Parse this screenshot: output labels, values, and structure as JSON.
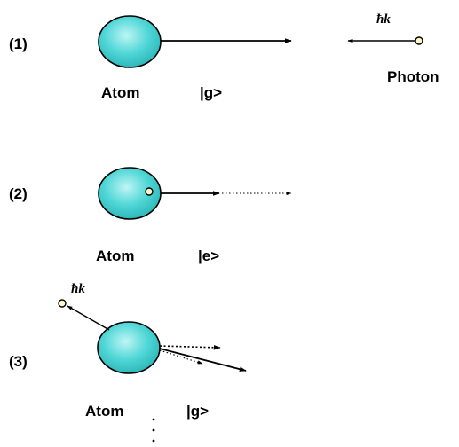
{
  "colors": {
    "atom_fill": "#4fd6d6",
    "atom_stroke": "#000000",
    "photon_fill": "#fff8c8",
    "line": "#000000"
  },
  "panels": [
    {
      "step_label": "(1)",
      "atom_label": "Atom",
      "state_label": "|g>",
      "photon_label": "Photon",
      "momentum_label": "ħk"
    },
    {
      "step_label": "(2)",
      "atom_label": "Atom",
      "state_label": "|e>"
    },
    {
      "step_label": "(3)",
      "atom_label": "Atom",
      "state_label": "|g>",
      "momentum_label": "ħk"
    }
  ]
}
